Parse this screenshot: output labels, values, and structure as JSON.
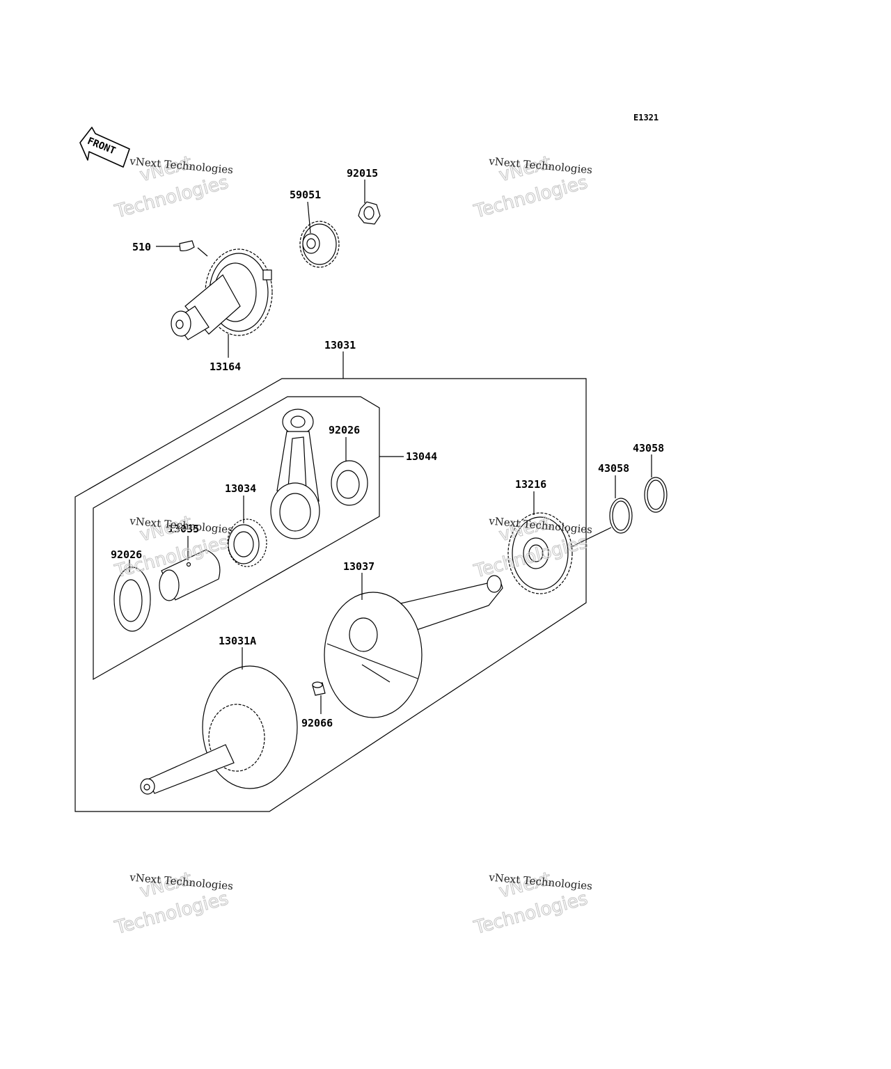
{
  "diagram": {
    "code": "E1321",
    "front_label": "FRONT",
    "watermark": {
      "line1": "vNext Technologies",
      "big_a": "vNext",
      "big_b": "Technologies"
    },
    "parts": [
      {
        "id": "p510",
        "label": "510"
      },
      {
        "id": "p13164",
        "label": "13164"
      },
      {
        "id": "p59051",
        "label": "59051"
      },
      {
        "id": "p92015",
        "label": "92015"
      },
      {
        "id": "p13031",
        "label": "13031"
      },
      {
        "id": "p92026a",
        "label": "92026"
      },
      {
        "id": "p13044",
        "label": "13044"
      },
      {
        "id": "p13034",
        "label": "13034"
      },
      {
        "id": "p13035",
        "label": "13035"
      },
      {
        "id": "p92026b",
        "label": "92026"
      },
      {
        "id": "p13037",
        "label": "13037"
      },
      {
        "id": "p13216",
        "label": "13216"
      },
      {
        "id": "p43058a",
        "label": "43058"
      },
      {
        "id": "p43058b",
        "label": "43058"
      },
      {
        "id": "p13031A",
        "label": "13031A"
      },
      {
        "id": "p92066",
        "label": "92066"
      }
    ]
  }
}
